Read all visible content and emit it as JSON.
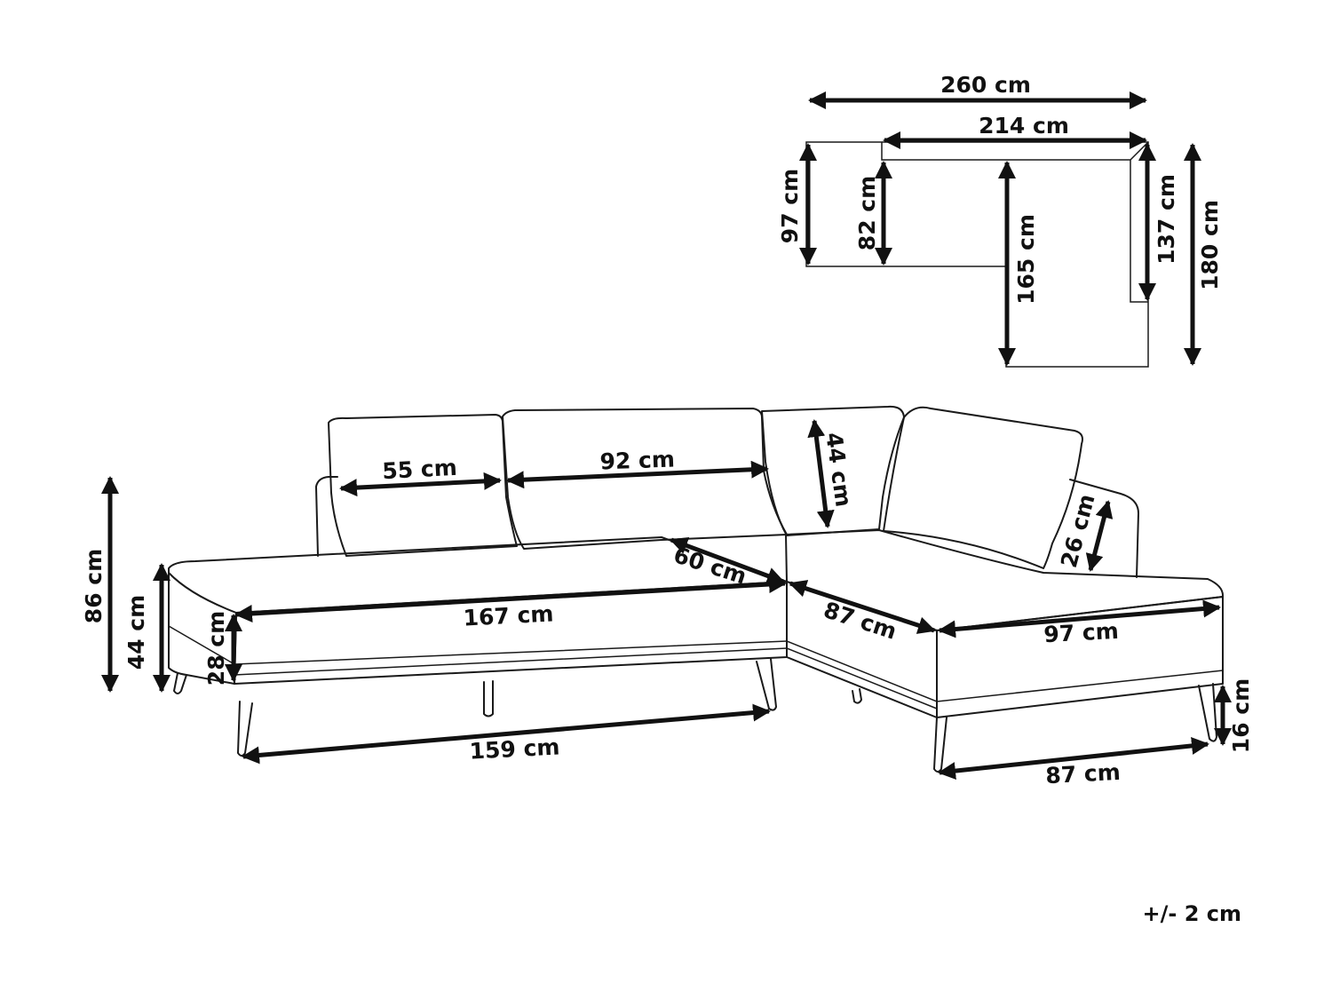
{
  "plan_view": {
    "overall_width": "260 cm",
    "back_width": "214 cm",
    "left_depth_outer": "97 cm",
    "left_depth_inner": "82 cm",
    "chaise_inner_depth": "165 cm",
    "right_depth_inner": "137 cm",
    "overall_depth": "180 cm"
  },
  "front_view": {
    "cushion_left_width": "55 cm",
    "cushion_middle_width": "92 cm",
    "cushion_height": "44 cm",
    "seat_depth_corner": "60 cm",
    "armrest_height": "26 cm",
    "seat_length_left": "167 cm",
    "seat_corner_depth": "87 cm",
    "seat_chaise_width": "97 cm",
    "total_height": "86 cm",
    "seat_height": "44 cm",
    "seat_thickness": "28 cm",
    "leg_span_left": "159 cm",
    "leg_span_right": "87 cm",
    "leg_height": "16 cm"
  },
  "tolerance": "+/- 2 cm"
}
